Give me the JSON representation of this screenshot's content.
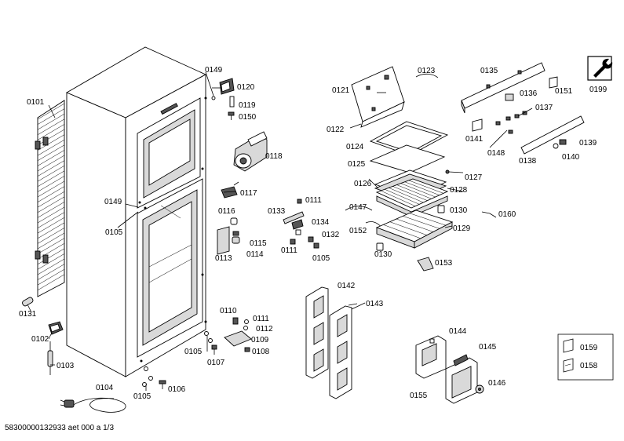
{
  "footer": "58300000132933 aet 000 a 1/3",
  "labels": {
    "p0101": "0101",
    "p0102": "0102",
    "p0103": "0103",
    "p0104": "0104",
    "p0105a": "0105",
    "p0105b": "0105",
    "p0105c": "0105",
    "p0105d": "0105",
    "p0106": "0106",
    "p0107": "0107",
    "p0108": "0108",
    "p0109": "0109",
    "p0110": "0110",
    "p0111a": "0111",
    "p0111b": "0111",
    "p0111c": "0111",
    "p0112": "0112",
    "p0113": "0113",
    "p0114": "0114",
    "p0115": "0115",
    "p0116": "0116",
    "p0117": "0117",
    "p0118": "0118",
    "p0119": "0119",
    "p0120": "0120",
    "p0121": "0121",
    "p0122": "0122",
    "p0123": "0123",
    "p0124": "0124",
    "p0125": "0125",
    "p0126": "0126",
    "p0127": "0127",
    "p0128": "0128",
    "p0129": "0129",
    "p0130a": "0130",
    "p0130b": "0130",
    "p0131": "0131",
    "p0132": "0132",
    "p0133": "0133",
    "p0134": "0134",
    "p0135": "0135",
    "p0136": "0136",
    "p0137": "0137",
    "p0138": "0138",
    "p0139": "0139",
    "p0140": "0140",
    "p0141": "0141",
    "p0142": "0142",
    "p0143": "0143",
    "p0144": "0144",
    "p0145": "0145",
    "p0146": "0146",
    "p0147": "0147",
    "p0148": "0148",
    "p0149a": "0149",
    "p0149b": "0149",
    "p0150": "0150",
    "p0151": "0151",
    "p0152": "0152",
    "p0153": "0153",
    "p0155": "0155",
    "p0158": "0158",
    "p0159": "0159",
    "p0160": "0160",
    "p0199": "0199"
  },
  "icons": {
    "service": "wrench-icon",
    "note": "document-icon"
  }
}
